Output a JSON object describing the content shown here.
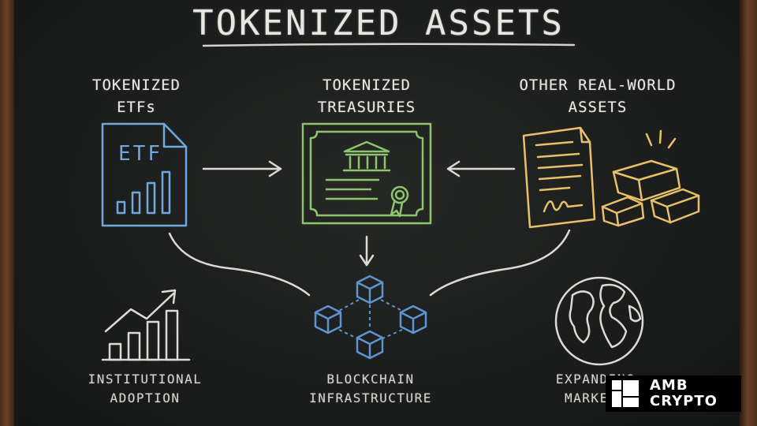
{
  "title": "TOKENIZED ASSETS",
  "top_labels": {
    "etfs": [
      "TOKENIZED",
      "ETFs"
    ],
    "treasuries": [
      "TOKENIZED",
      "TREASURIES"
    ],
    "rwa": [
      "OTHER REAL-WORLD",
      "ASSETS"
    ]
  },
  "etf_doc_text": "ETF",
  "bottom_labels": {
    "adoption": [
      "INSTITUTIONAL",
      "ADOPTION"
    ],
    "blockchain": [
      "BLOCKCHAIN",
      "INFRASTRUCTURE"
    ],
    "markets": [
      "EXPANDING",
      "MARKETS"
    ]
  },
  "logo": [
    "AMB",
    "CRYPTO"
  ],
  "icons": [
    "etf-document-icon",
    "certificate-icon",
    "contract-icon",
    "gold-bars-icon",
    "growth-chart-icon",
    "blockchain-icon",
    "globe-icon"
  ],
  "colors": {
    "etf": "#6fa8dc",
    "treasury": "#8cc56b",
    "rwa": "#e8c06a",
    "chalk": "#e8e6e0"
  }
}
